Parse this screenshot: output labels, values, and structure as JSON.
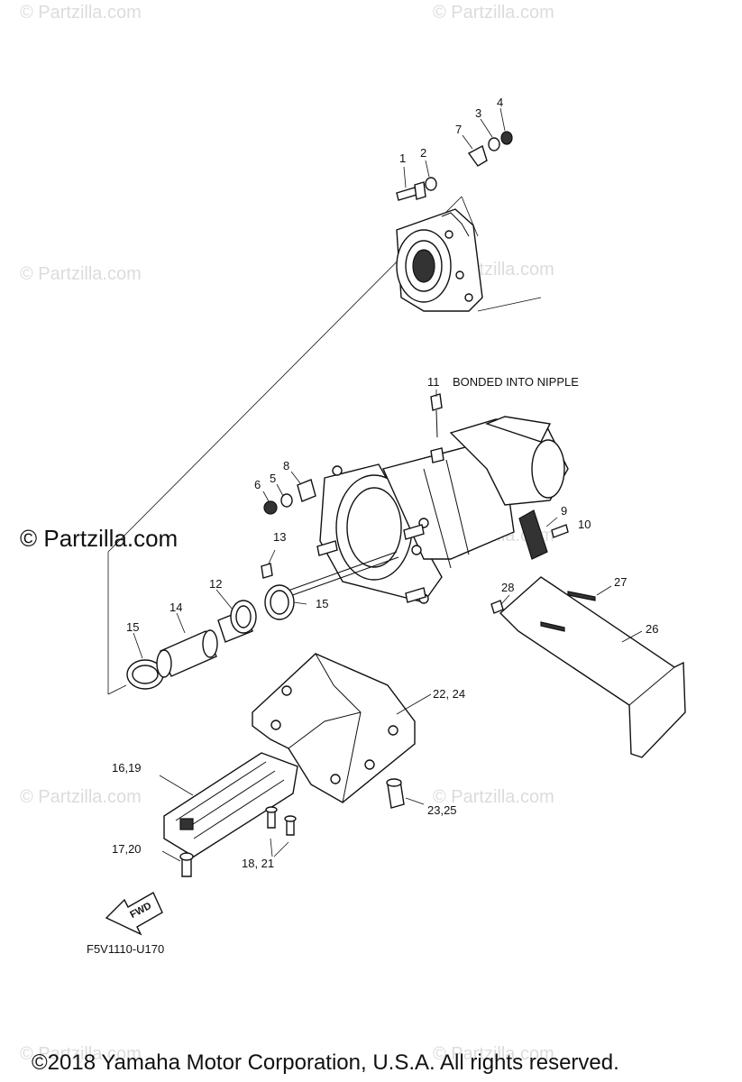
{
  "watermarks": {
    "text": "© Partzilla.com",
    "main_text": "© Partzilla.com"
  },
  "callouts": {
    "c1": "1",
    "c2": "2",
    "c3": "3",
    "c4": "4",
    "c5": "5",
    "c6": "6",
    "c7": "7",
    "c8": "8",
    "c9": "9",
    "c10": "10",
    "c11": "11",
    "c12": "12",
    "c13": "13",
    "c14": "14",
    "c15a": "15",
    "c15b": "15",
    "c16_19": "16,19",
    "c17_20": "17,20",
    "c18_21": "18, 21",
    "c22_24": "22, 24",
    "c23_25": "23,25",
    "c26": "26",
    "c27": "27",
    "c28": "28"
  },
  "notes": {
    "bonded": "BONDED INTO NIPPLE",
    "fwd": "FWD"
  },
  "diagram_code": "F5V1110-U170",
  "copyright": "©2018  Yamaha Motor Corporation, U.S.A. All rights reserved."
}
